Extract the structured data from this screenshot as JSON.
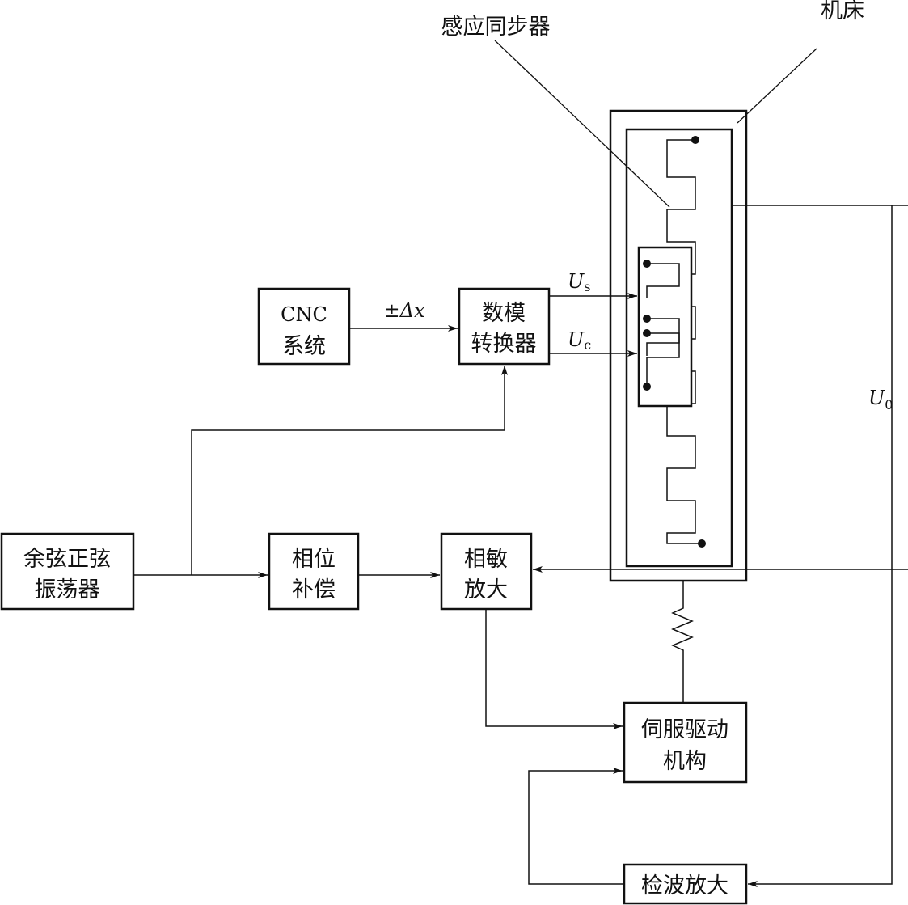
{
  "blocks": {
    "cnc": {
      "line1": "CNC",
      "line2": "系统"
    },
    "dac": {
      "line1": "数模",
      "line2": "转换器"
    },
    "oscillator": {
      "line1": "余弦正弦",
      "line2": "振荡器"
    },
    "phase_comp": {
      "line1": "相位",
      "line2": "补偿"
    },
    "phase_amp": {
      "line1": "相敏",
      "line2": "放大"
    },
    "servo": {
      "line1": "伺服驱动",
      "line2": "机构"
    },
    "detector": {
      "line1": "检波放大"
    }
  },
  "labels": {
    "synchro": "感应同步器",
    "machine": "机床",
    "delta_x": "±Δx",
    "us_main": "U",
    "us_sub": "s",
    "uc_main": "U",
    "uc_sub": "c",
    "u0_main": "U",
    "u0_sub": "0"
  },
  "colors": {
    "ink": "#111111",
    "background": "#ffffff"
  }
}
